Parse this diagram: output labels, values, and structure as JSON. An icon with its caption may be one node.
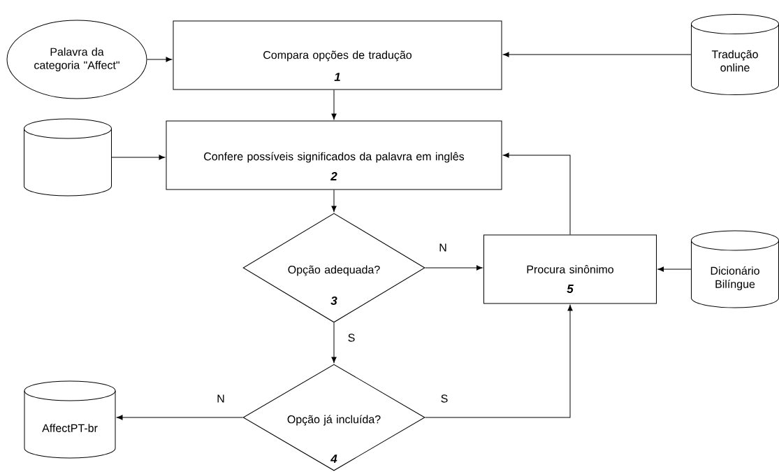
{
  "diagram": {
    "nodes": [
      {
        "text": [
          "Palavra da categoria \"Affect\""
        ]
      },
      {
        "text": [
          "Compara opções de tradução",
          "1"
        ]
      },
      {
        "text": [
          "Tradução online"
        ]
      },
      {
        "text": [],
        "shape": "cylinder"
      },
      {
        "text": [
          "Confere possíveis significados da palavra em inglês",
          "2"
        ]
      },
      {
        "text": [
          "Opção adequada?",
          "3"
        ]
      },
      {
        "text": [
          "Procura sinônimo",
          "5"
        ]
      },
      {
        "text": [
          "Dicionário Bilíngue"
        ]
      },
      {
        "text": [
          "Opção já incluída?",
          "4"
        ]
      },
      {
        "text": [
          "AffectPT-br"
        ]
      }
    ],
    "edges": [
      {
        "from": 0,
        "to": 1,
        "arrow": "to"
      },
      {
        "from": 2,
        "to": 1,
        "arrow": "to"
      },
      {
        "from": 1,
        "to": 4,
        "arrow": "to"
      },
      {
        "from": 3,
        "to": 4,
        "arrow": "to"
      },
      {
        "from": 4,
        "to": 5,
        "arrow": "to"
      },
      {
        "from": 5,
        "to": 6,
        "arrow": "to",
        "label": "N"
      },
      {
        "from": 6,
        "to": 4,
        "arrow": "to"
      },
      {
        "from": 7,
        "to": 6,
        "arrow": "to"
      },
      {
        "from": 5,
        "to": 8,
        "arrow": "to",
        "label": "S"
      },
      {
        "from": 8,
        "to": 9,
        "arrow": "to",
        "label": "N"
      },
      {
        "from": 8,
        "to": 6,
        "arrow": "to",
        "label": "S"
      }
    ]
  }
}
